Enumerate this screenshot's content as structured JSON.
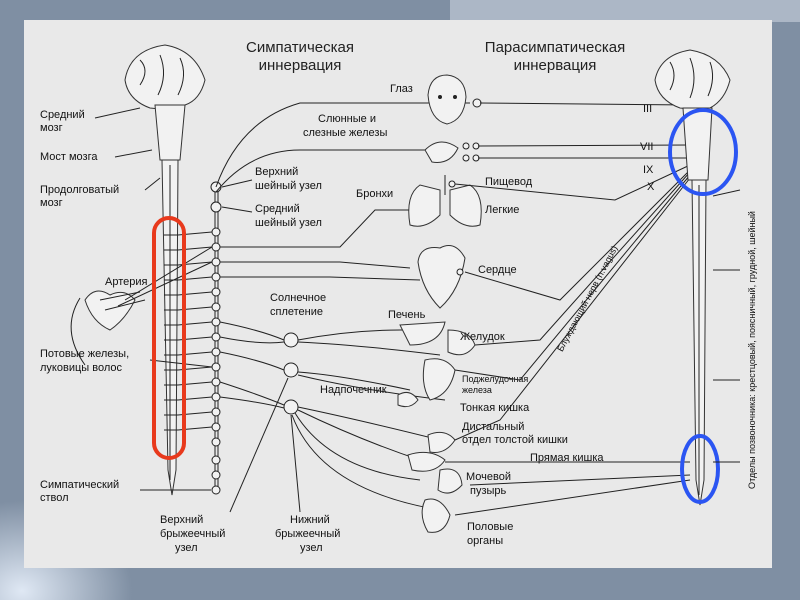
{
  "title_sympathetic": [
    "Симпатическая",
    "иннервация"
  ],
  "title_parasympathetic": [
    "Парасимпатическая",
    "иннервация"
  ],
  "left_labels": {
    "midbrain": [
      "Средний",
      "мозг"
    ],
    "pons": "Мост мозга",
    "medulla": [
      "Продолговатый",
      "мозг"
    ],
    "artery": "Артерия",
    "sweat": [
      "Потовые железы,",
      "луковицы волос"
    ],
    "trunk": [
      "Симпатический",
      "ствол"
    ]
  },
  "ganglia_labels": {
    "sup_cervical": [
      "Верхний",
      "шейный узел"
    ],
    "mid_cervical": [
      "Средний",
      "шейный узел"
    ],
    "celiac": [
      "Солнечное",
      "сплетение"
    ],
    "adrenal": "Надпочечник",
    "sup_mesenteric": [
      "Верхний",
      "брыжеечный",
      "узел"
    ],
    "inf_mesenteric": [
      "Нижний",
      "брыжеечный",
      "узел"
    ]
  },
  "organs": {
    "eye": "Глаз",
    "glands": [
      "Слюнные и",
      "слезные железы"
    ],
    "bronchi": "Бронхи",
    "esophagus": "Пищевод",
    "lungs": "Легкие",
    "heart": "Сердце",
    "liver": "Печень",
    "stomach": "Желудок",
    "pancreas": [
      "Поджелудочная",
      "железа"
    ],
    "small_intestine": "Тонкая кишка",
    "distal_colon": [
      "Дистальный",
      "отдел толстой кишки"
    ],
    "rectum": "Прямая кишка",
    "bladder": [
      "Мочевой",
      "пузырь"
    ],
    "genitals": [
      "Половые",
      "органы"
    ]
  },
  "cranial_nerves": [
    "III",
    "VII",
    "IX",
    "X"
  ],
  "vagus_label": "Блуждающий нерв (n.vagus)",
  "spine_sections": "Отделы позвоночника: крестцовый, поясничный, грудной, шейный",
  "colors": {
    "background": "#7f8fa3",
    "panel": "#e9e9e9",
    "highlight_red": "#e8391c",
    "highlight_blue": "#2b55f2"
  }
}
